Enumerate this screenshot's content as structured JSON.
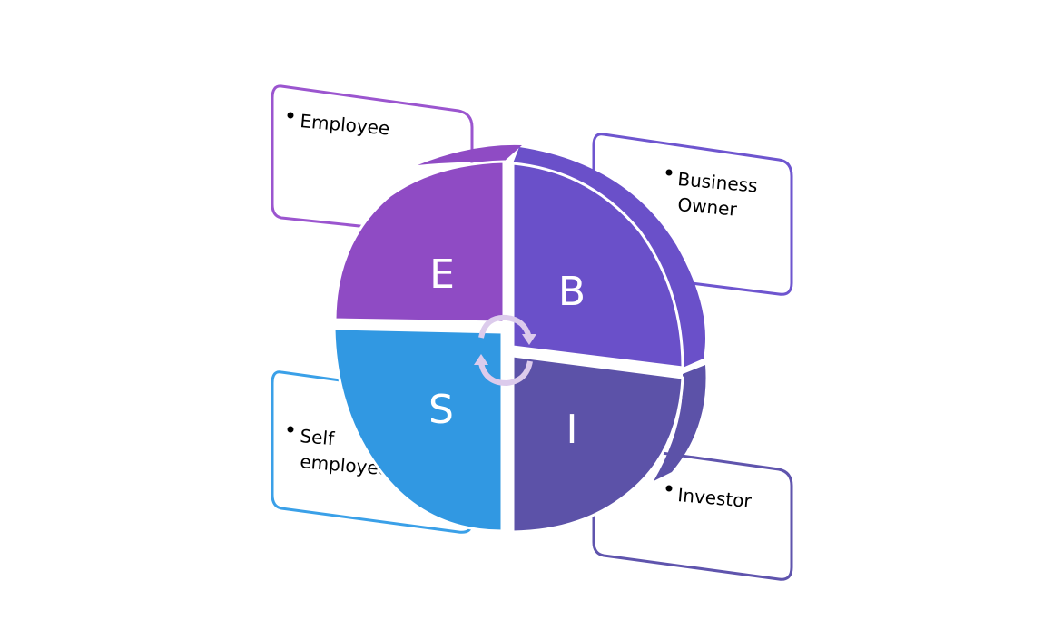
{
  "diagram": {
    "quadrants": [
      {
        "letter": "E",
        "label": "Employee",
        "color": "#8f4bc4"
      },
      {
        "letter": "B",
        "label_lines": [
          "Business",
          "Owner"
        ],
        "color": "#6a50c9"
      },
      {
        "letter": "S",
        "label_lines": [
          "Self",
          "employed"
        ],
        "color": "#3198e2"
      },
      {
        "letter": "I",
        "label": "Investor",
        "color": "#5c52a8"
      }
    ],
    "cycle_arrows_color": "#dccbec"
  }
}
